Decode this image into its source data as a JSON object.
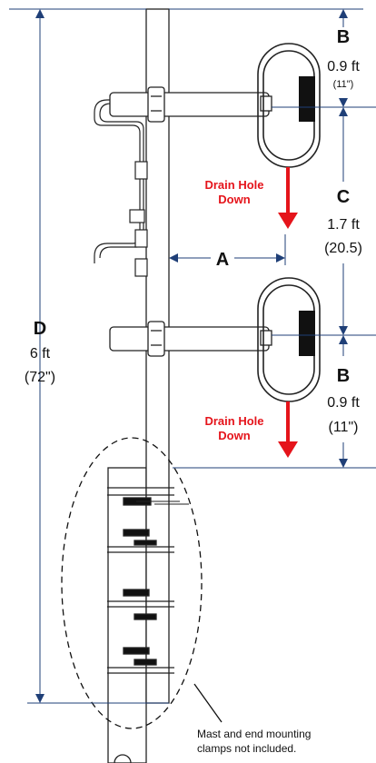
{
  "dimensions": {
    "a": {
      "letter": "A"
    },
    "b_top": {
      "letter": "B",
      "value": "0.9 ft",
      "sub": "(11\")"
    },
    "c": {
      "letter": "C",
      "value": "1.7 ft",
      "sub": "(20.5)"
    },
    "b_bottom": {
      "letter": "B",
      "value": "0.9 ft",
      "sub": "(11\")"
    },
    "d": {
      "letter": "D",
      "value": "6 ft",
      "sub": "(72\")"
    }
  },
  "drain_labels": [
    {
      "line1": "Drain Hole",
      "line2": "Down"
    },
    {
      "line1": "Drain Hole",
      "line2": "Down"
    }
  ],
  "note": {
    "line1": "Mast and end mounting",
    "line2": "clamps not included."
  },
  "colors": {
    "dimension": "#1f3f77",
    "drain": "#e5141b",
    "outline": "#222222"
  }
}
